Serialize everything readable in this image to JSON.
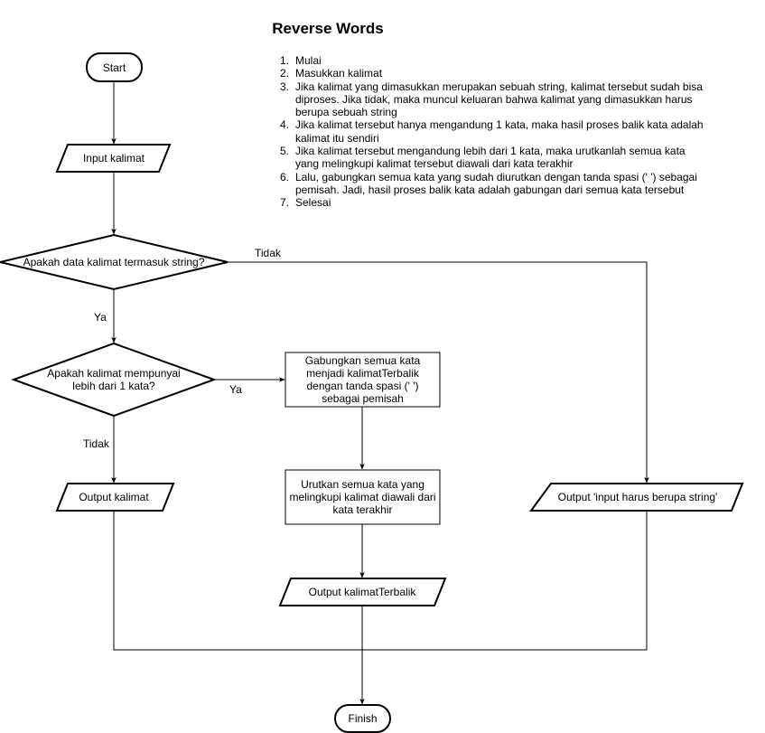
{
  "title": "Reverse Words",
  "steps": [
    {
      "num": "1.",
      "text": "Mulai"
    },
    {
      "num": "2.",
      "text": "Masukkan kalimat"
    },
    {
      "num": "3.",
      "text": "Jika kalimat yang dimasukkan merupakan sebuah string, kalimat tersebut sudah bisa diproses. Jika tidak, maka muncul keluaran bahwa kalimat yang dimasukkan harus berupa sebuah string"
    },
    {
      "num": "4.",
      "text": "Jika kalimat tersebut hanya mengandung 1 kata, maka hasil proses balik kata adalah kalimat itu sendiri"
    },
    {
      "num": "5.",
      "text": "Jika kalimat tersebut mengandung lebih dari 1 kata, maka urutkanlah semua kata yang melingkupi kalimat tersebut diawali dari kata terakhir"
    },
    {
      "num": "6.",
      "text": "Lalu, gabungkan semua kata yang sudah diurutkan dengan tanda spasi (' ') sebagai pemisah. Jadi, hasil proses balik kata adalah gabungan dari semua kata tersebut"
    },
    {
      "num": "7.",
      "text": "Selesai"
    }
  ],
  "nodes": {
    "start": "Start",
    "input": "Input kalimat",
    "decision_string": "Apakah data kalimat termasuk string?",
    "decision_words": "Apakah kalimat mempunyai lebih dari 1 kata?",
    "join_words": "Gabungkan semua kata menjadi kalimatTerbalik dengan tanda spasi (' ') sebagai pemisah",
    "sort_words": "Urutkan semua kata yang melingkupi kalimat diawali dari kata terakhir",
    "output_kalimat": "Output kalimat",
    "output_error": "Output 'input harus berupa string'",
    "output_reversed": "Output kalimatTerbalik",
    "finish": "Finish"
  },
  "edge_labels": {
    "string_no": "Tidak",
    "string_yes": "Ya",
    "words_yes": "Ya",
    "words_no": "Tidak"
  }
}
